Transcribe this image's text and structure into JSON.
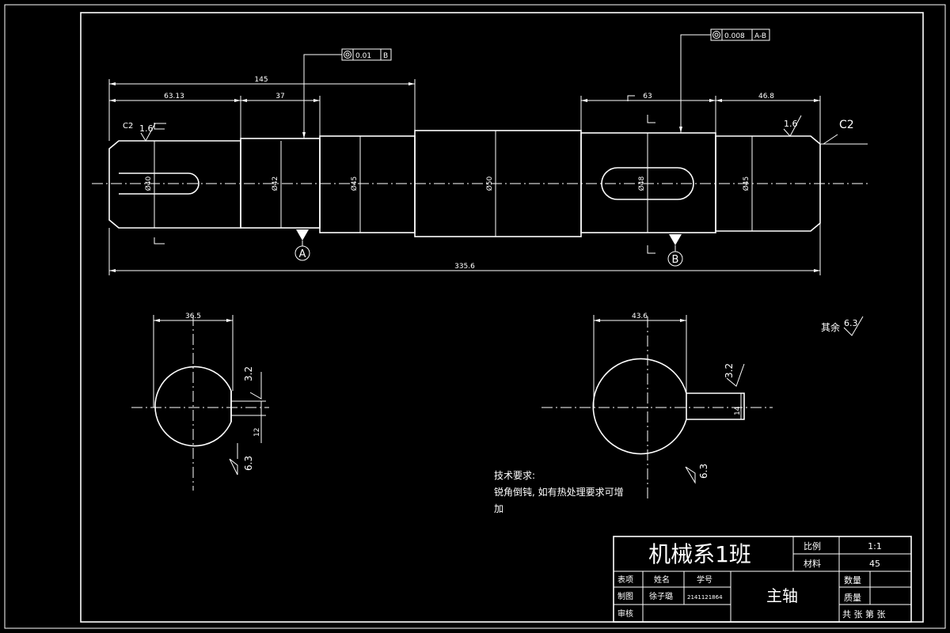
{
  "drawing": {
    "dims": {
      "d145": "145",
      "d6313": "63.13",
      "d37": "37",
      "d63": "63",
      "d468": "46.8",
      "d3356": "335.6",
      "d365": "36.5",
      "d436": "43.6"
    },
    "diameters": {
      "left_shaft": "Ø40",
      "d42": "Ø42",
      "d45a": "Ø45",
      "d50": "Ø50",
      "right_mid": "Ø48",
      "d45b": "Ø45"
    },
    "chamfers": {
      "left": "C2",
      "right": "C2"
    },
    "roughness": {
      "r16a": "1.6",
      "r16b": "1.6",
      "r32a": "3.2",
      "r32b": "3.2",
      "r63a": "6.3",
      "r63b": "6.3",
      "rest_label": "其余",
      "rest_value": "6.3"
    },
    "tolerances": {
      "tol_left_val": "0.01",
      "tol_left_ref": "B",
      "tol_right_val": "0.008",
      "tol_right_ref": "A-B"
    },
    "datums": {
      "a": "A",
      "b": "B"
    },
    "section_small": {
      "left_key": "12",
      "right_key": "14"
    },
    "tech": {
      "title": "技术要求:",
      "line1": "锐角倒钝, 如有热处理要求可增",
      "line2": "加"
    }
  },
  "title_block": {
    "school": "机械系1班",
    "scale_label": "比例",
    "scale_value": "1:1",
    "material_label": "材料",
    "material_value": "45",
    "col_item": "表项",
    "col_name": "姓名",
    "col_id": "学号",
    "row_draw": "制图",
    "drawer_name": "徐子璐",
    "drawer_id": "2141121864",
    "row_check": "审核",
    "part_name": "主轴",
    "qty_label": "数量",
    "weight_label": "质量",
    "sheets": "共  张  第  张"
  }
}
